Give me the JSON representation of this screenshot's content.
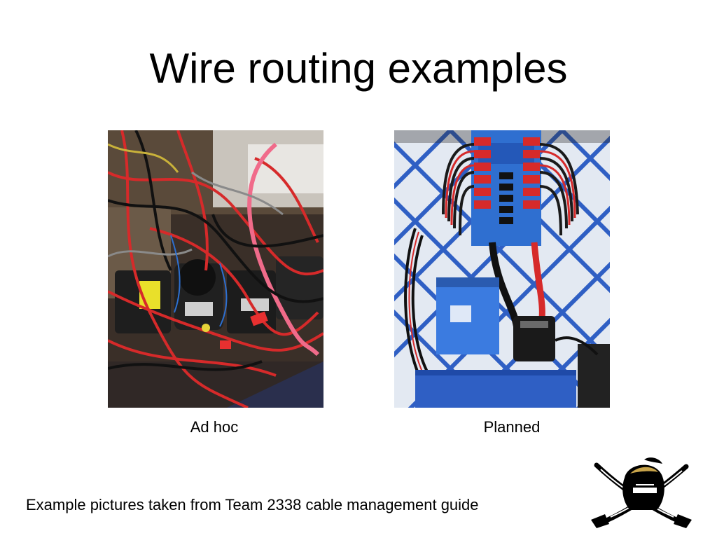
{
  "slide": {
    "title": "Wire routing examples",
    "photos": [
      {
        "caption": "Ad hoc"
      },
      {
        "caption": "Planned"
      }
    ],
    "footer": "Example pictures taken from Team 2338 cable management guide"
  },
  "colors": {
    "background": "#ffffff",
    "text": "#000000",
    "wire_red": "#d62a2a",
    "panel_blue": "#2f5fc4"
  },
  "icons": [
    "pirate-logo-icon"
  ]
}
